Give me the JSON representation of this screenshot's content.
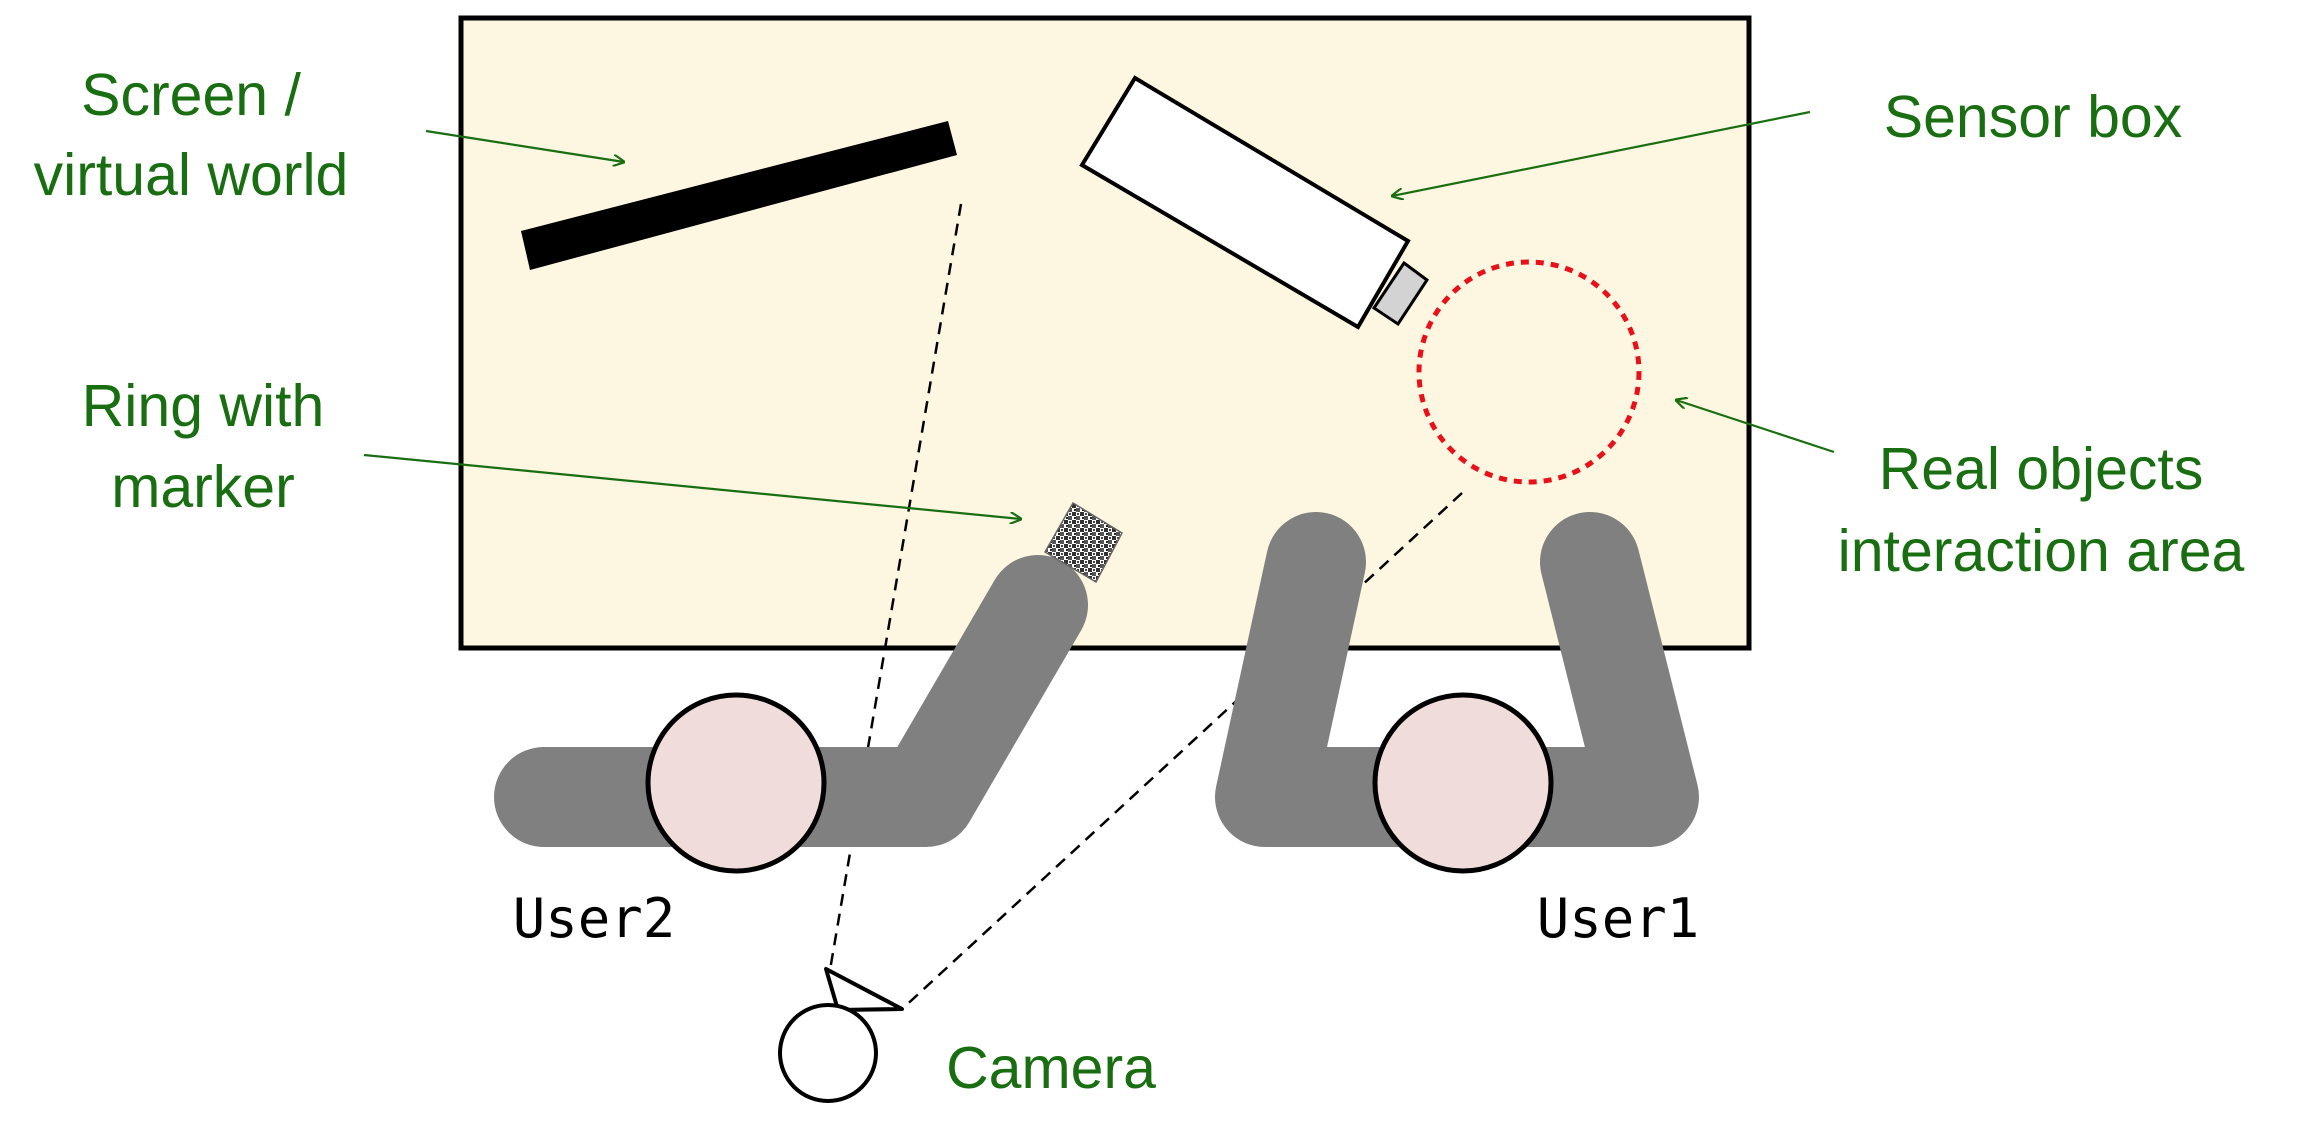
{
  "labels": {
    "screen_line1": "Screen /",
    "screen_line2": "virtual world",
    "sensor": "Sensor box",
    "ring_line1": "Ring with",
    "ring_line2": "marker",
    "real_line1": "Real objects",
    "real_line2": "interaction area",
    "camera": "Camera",
    "user2": "User2",
    "user1": "User1"
  },
  "colors": {
    "label_green": "#1a6e12",
    "table_fill": "#fdf6e0",
    "arm_gray": "#808080",
    "head_fill": "#f1dcdc",
    "interaction_circle": "#e8101a",
    "sensor_lens": "#d3d3d3",
    "outline": "#000000"
  }
}
